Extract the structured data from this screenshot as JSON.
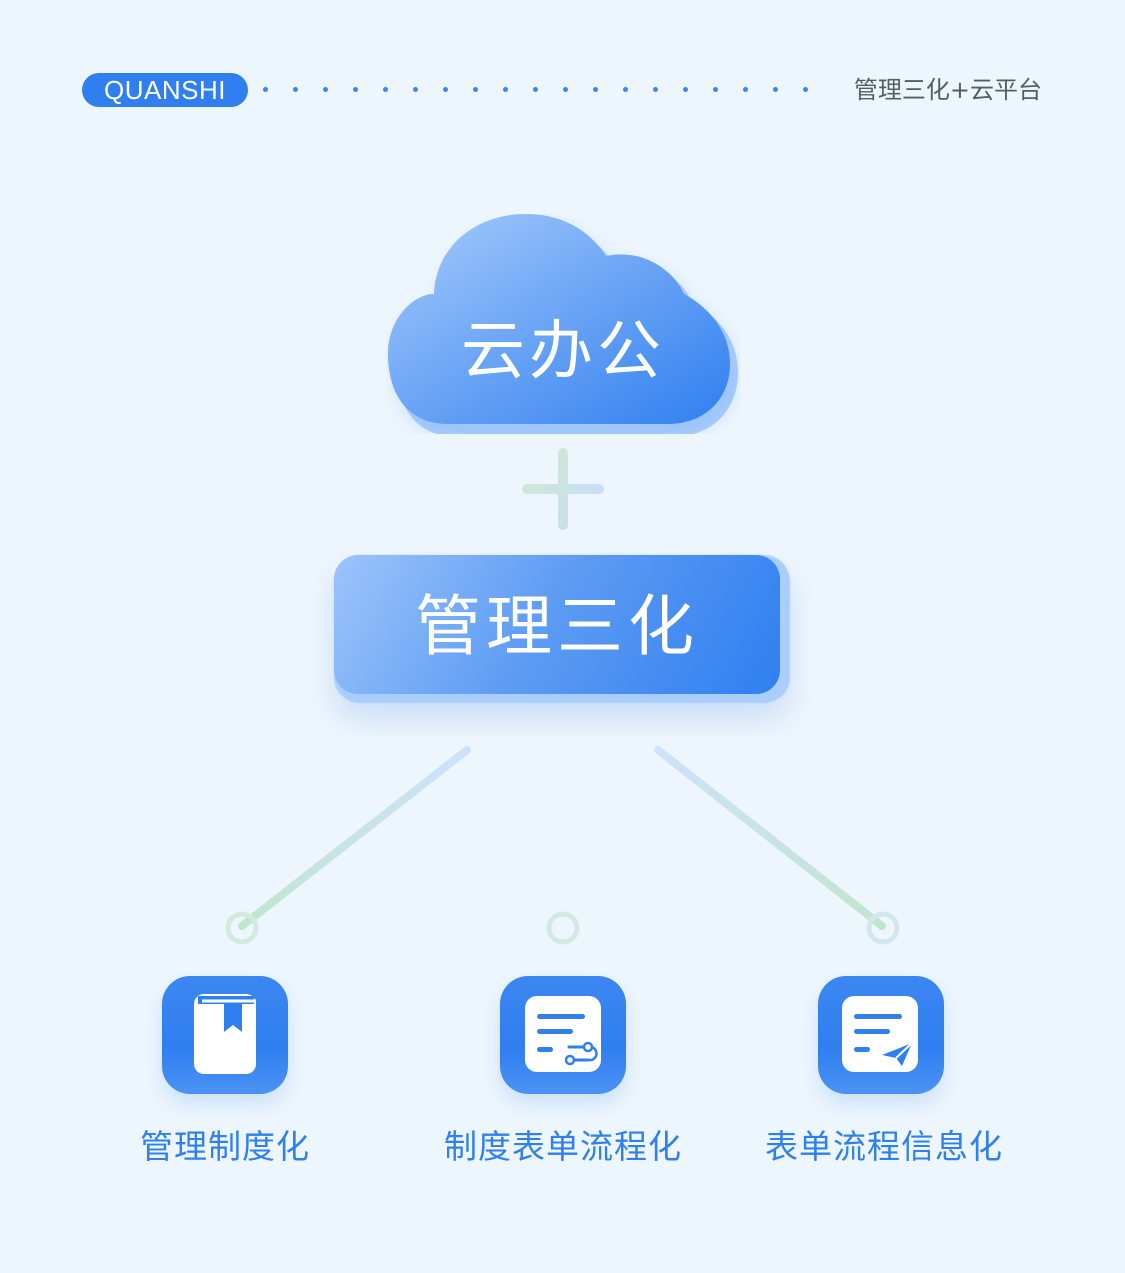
{
  "header": {
    "brand": "QUANSHI",
    "caption": "管理三化+云平台"
  },
  "top": {
    "cloud_label": "云办公"
  },
  "center": {
    "box_label": "管理三化"
  },
  "branches": [
    {
      "label": "管理制度化",
      "icon": "book-bookmark-icon"
    },
    {
      "label": "制度表单流程化",
      "icon": "form-flow-icon"
    },
    {
      "label": "表单流程信息化",
      "icon": "form-send-icon"
    }
  ],
  "colors": {
    "background": "#eef6fd",
    "accent_blue": "#2f7ff0",
    "light_blue": "#9cc4fb",
    "connector_green": "#bfe6cf",
    "caption_gray": "#555d6b"
  }
}
